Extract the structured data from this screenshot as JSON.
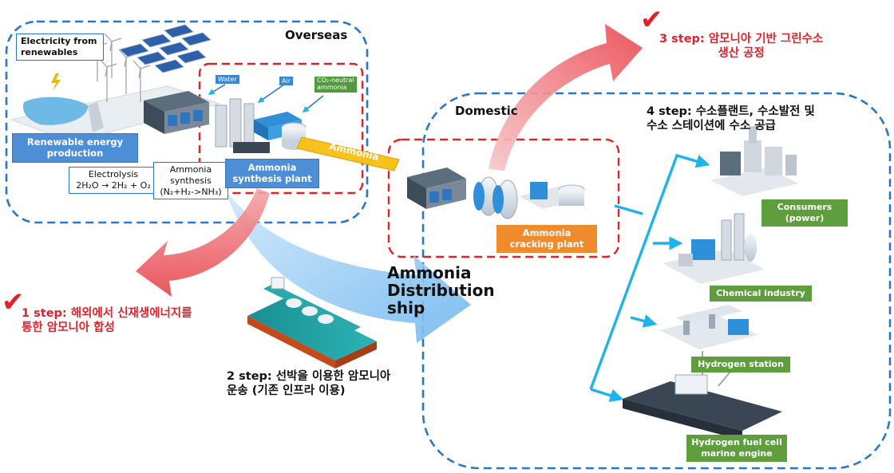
{
  "regions": {
    "overseas": "Overseas",
    "domestic": "Domestic"
  },
  "callouts": {
    "electricity": "Electricity from renewables",
    "electrolysis_title": "Electrolysis",
    "electrolysis_formula": "2H₂O → 2H₂ + O₂",
    "synthesis_title": "Ammonia synthesis",
    "synthesis_formula": "(N₂+H₂->NH₃)"
  },
  "tags": {
    "water": "Water",
    "air": "Air",
    "co2_line1": "CO₂-neutral",
    "co2_line2": "ammonia"
  },
  "labels": {
    "renewable": "Renewable energy production",
    "synthesis_plant": "Ammonia synthesis plant",
    "pipeline": "Ammonia",
    "cracking": "Ammonia cracking plant",
    "ship": "Ammonia Distribution ship"
  },
  "consumers": [
    {
      "label": "Consumers (power)"
    },
    {
      "label": "Chemical industry"
    },
    {
      "label": "Hydrogen station"
    },
    {
      "label": "Hydrogen fuel cell marine engine"
    }
  ],
  "steps": {
    "step1_prefix": "1 step:",
    "step1_line1": "해외에서 신재생에너지를",
    "step1_line2": "통한 암모니아 합성",
    "step2_prefix": "2 step:",
    "step2_line1": "선박을 이용한 암모니아",
    "step2_line2": "운송 (기존 인프라 이용)",
    "step3_prefix": "3 step:",
    "step3_line1": "암모니아 기반 그린수소",
    "step3_line2": "생산 공정",
    "step4_prefix": "4 step:",
    "step4_line1": "수소플랜트, 수소발전 및",
    "step4_line2": "수소 스테이션에 수소 공급"
  },
  "colors": {
    "region_border": "#2a77c9",
    "plant_border": "#e3212b",
    "step_red": "#e3212b",
    "flow_blue": "#1fb3ec",
    "label_blue": "#4d8fd6",
    "label_orange": "#ef8b2c",
    "label_green": "#5e9e3c",
    "pipeline": "#f7c21b"
  }
}
